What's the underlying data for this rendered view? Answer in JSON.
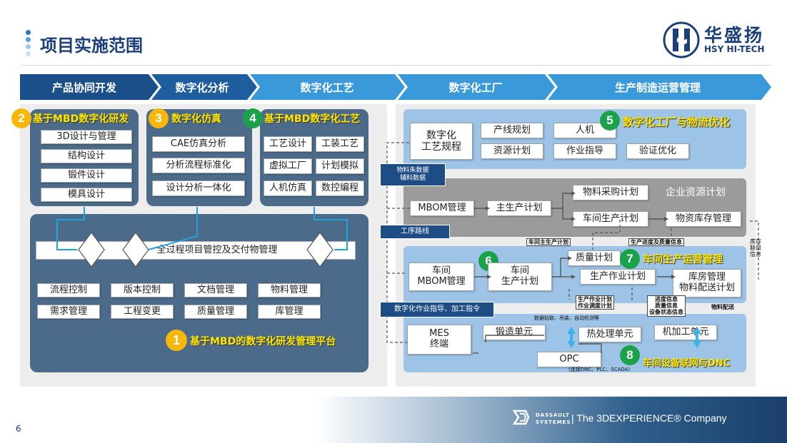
{
  "header": {
    "title": "项目实施范围",
    "logo_cn": "华盛扬",
    "logo_en": "HSY HI-TECH"
  },
  "phases": [
    "产品协同开发",
    "数字化分析",
    "数字化工艺",
    "数字化工厂",
    "生产制造运营管理"
  ],
  "left": {
    "sec2": {
      "num": "2",
      "title": "基于MBD数字化研发",
      "items": [
        "3D设计与管理",
        "结构设计",
        "锻件设计",
        "模具设计"
      ]
    },
    "sec3": {
      "num": "3",
      "title": "数字化仿真",
      "items": [
        "CAE仿真分析",
        "分析流程标准化",
        "设计分析一体化"
      ]
    },
    "sec4": {
      "num": "4",
      "title": "基于MBD数字化工艺",
      "items": [
        "工艺设计",
        "工装工艺",
        "虚拟工厂",
        "计划模拟",
        "人机仿真",
        "数控编程"
      ]
    },
    "platform": {
      "bar": "全过程项目管控及交付物管理",
      "items": [
        "流程控制",
        "版本控制",
        "文档管理",
        "物料管理",
        "需求管理",
        "工程变更",
        "质量管理",
        "库管理"
      ],
      "num": "1",
      "title": "基于MBD的数字化研发管理平台"
    }
  },
  "right": {
    "sec5": {
      "num": "5",
      "title": "数字化工厂与物流优化",
      "main": "数字化\n工艺规程",
      "items": [
        "产线规划",
        "人机",
        "资源计划",
        "作业指导",
        "验证优化"
      ]
    },
    "erp": {
      "title": "企业资源计划",
      "items": [
        "MBOM管理",
        "主生产计划",
        "物料采购计划",
        "车间生产计划",
        "物资库存管理"
      ]
    },
    "sec7": {
      "num": "7",
      "title": "车间生产运营管理",
      "items": [
        "车间\nMBOM管理",
        "车间\n生产计划",
        "质量计划",
        "生产作业计划",
        "库房管理\n物料配送计划"
      ]
    },
    "sec8": {
      "num": "8",
      "title": "车间设备联网与DNC",
      "items": [
        "MES\n终端",
        "锻造单元",
        "热处理单元",
        "机加工单元",
        "OPC"
      ],
      "opc_note": "(连接DNC、PLC、SCADA)"
    },
    "num6": "6",
    "tags": {
      "material": "物料朱数据\n辅料数据",
      "route": "工序路线",
      "guide": "数字化作业指导、加工指令",
      "master_plan": "车间主生产计划",
      "progress": "生产进度及质量信息",
      "inventory_info": "库存\n联目\n信息",
      "job_plan": "生产作业计划\n作业调度计划",
      "prog_info": "进度信息\n质量信息\n设备状态信息",
      "delivery": "物料配送",
      "data_collect": "数据钻取、吊装、自动检测等"
    }
  },
  "footer": {
    "page": "6",
    "brand_small1": "DASSAULT",
    "brand_small2": "SYSTEMES",
    "brand_tag": "| The 3DEXPERIENCE® Company"
  },
  "colors": {
    "dark_blue": "#1e4d86",
    "mid_blue": "#2e75b6",
    "light_blue": "#4fa3d9",
    "gold": "#f5b70a",
    "green": "#1aa24a",
    "yellow_text": "#ffe600"
  }
}
